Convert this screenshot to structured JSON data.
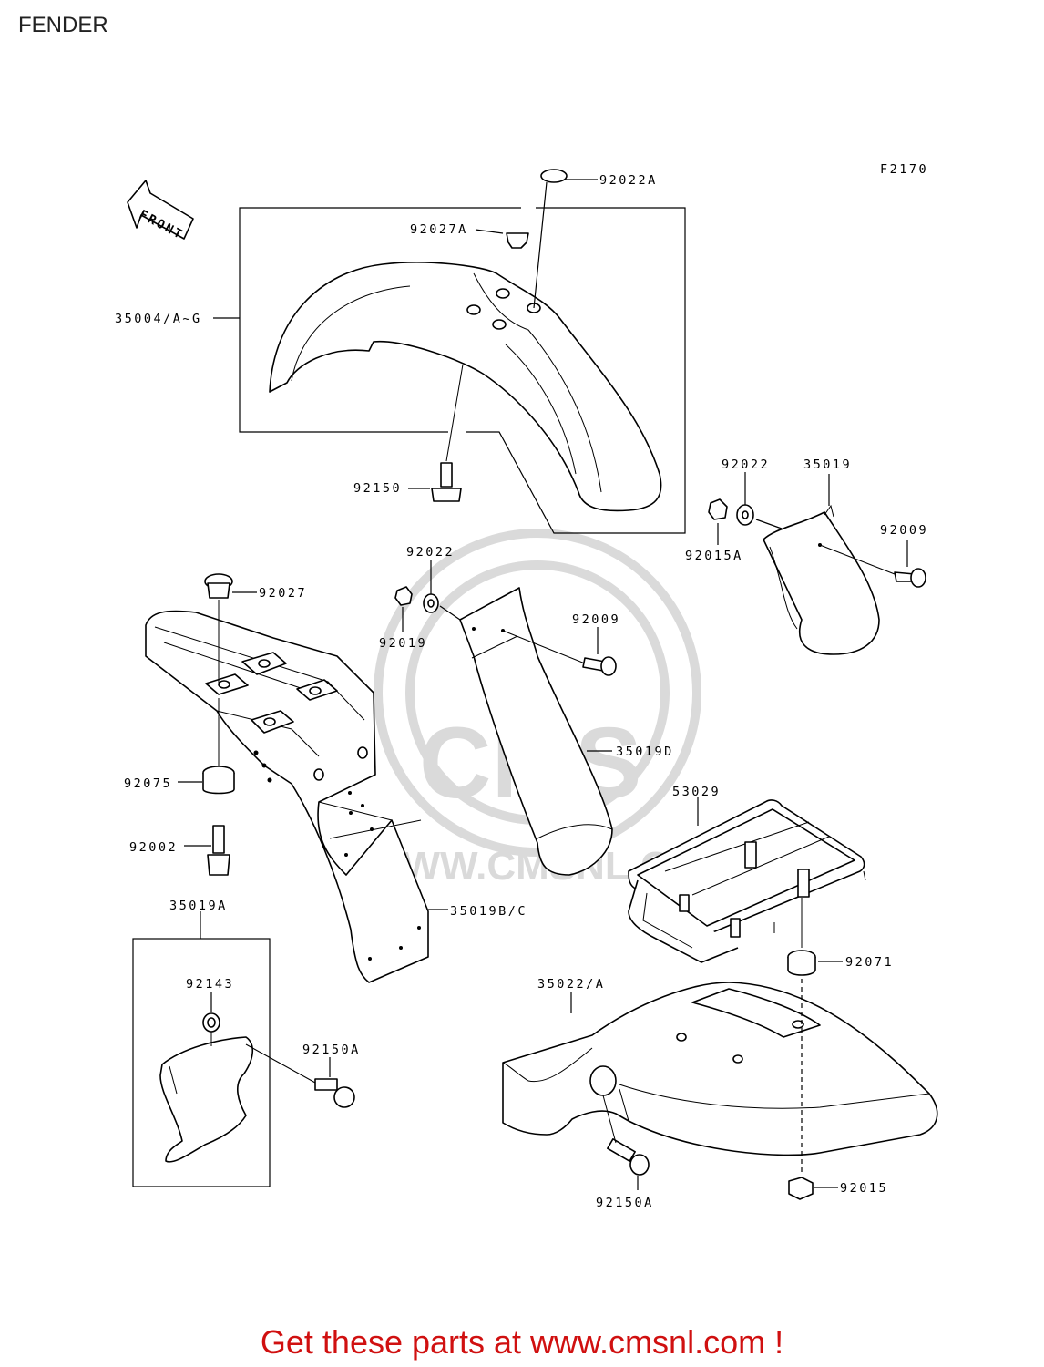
{
  "page": {
    "title": "FENDER",
    "footer": "Get these parts at www.cmsnl.com !"
  },
  "diagram": {
    "code": "F2170",
    "front_label": "FRONT",
    "watermark_brand": "CMS",
    "watermark_url": "WWW.CMSNL.COM",
    "parts": [
      "92022A",
      "92027A",
      "35004/A~G",
      "92150",
      "92022",
      "35019",
      "92009",
      "92015A",
      "92022",
      "92019",
      "92009",
      "92027",
      "92075",
      "92002",
      "35019D",
      "53029",
      "35019B/C",
      "35019A",
      "92143",
      "92150A",
      "92071",
      "35022/A",
      "92015",
      "92150A"
    ]
  }
}
